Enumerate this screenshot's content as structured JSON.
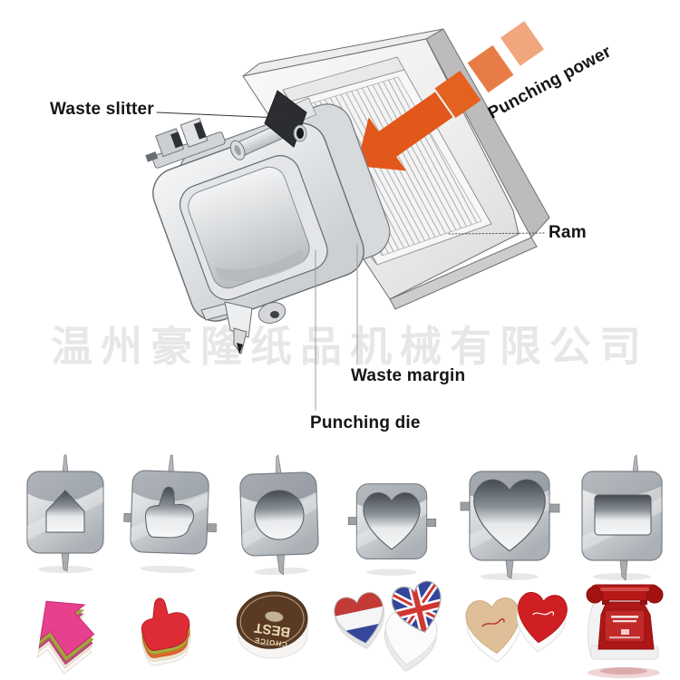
{
  "diagram": {
    "labels": {
      "waste_slitter": "Waste slitter",
      "punching_power": "Punching power",
      "ram": "Ram",
      "waste_margin": "Waste margin",
      "punching_die": "Punching die"
    },
    "colors": {
      "arrow_orange": "#e2571a",
      "arrow_orange_mid": "#e87c47",
      "arrow_orange_light": "#f1a67e"
    }
  },
  "watermark": {
    "text": "温州豪隆纸品机械有限公司"
  },
  "dies": {
    "items": [
      {
        "shape": "house"
      },
      {
        "shape": "thumbs-up"
      },
      {
        "shape": "circle"
      },
      {
        "shape": "heart"
      },
      {
        "shape": "heart-large"
      },
      {
        "shape": "rectangle"
      }
    ]
  },
  "products": {
    "round_pad": {
      "brand_line1": "BEST",
      "brand_line2": "CHOICE"
    },
    "items": [
      {
        "name": "arrow sticky pad",
        "top_color": "#e6408f"
      },
      {
        "name": "thumbs-up sticky pad",
        "top_color": "#dd2c35"
      },
      {
        "name": "best-choice round pad",
        "top_color": "#5a3a22"
      },
      {
        "name": "flag heart pads",
        "top_color": "#32469b"
      },
      {
        "name": "heart gift boxes",
        "top_color": "#cf1f22"
      },
      {
        "name": "red telephone box",
        "top_color": "#b31717"
      }
    ]
  }
}
